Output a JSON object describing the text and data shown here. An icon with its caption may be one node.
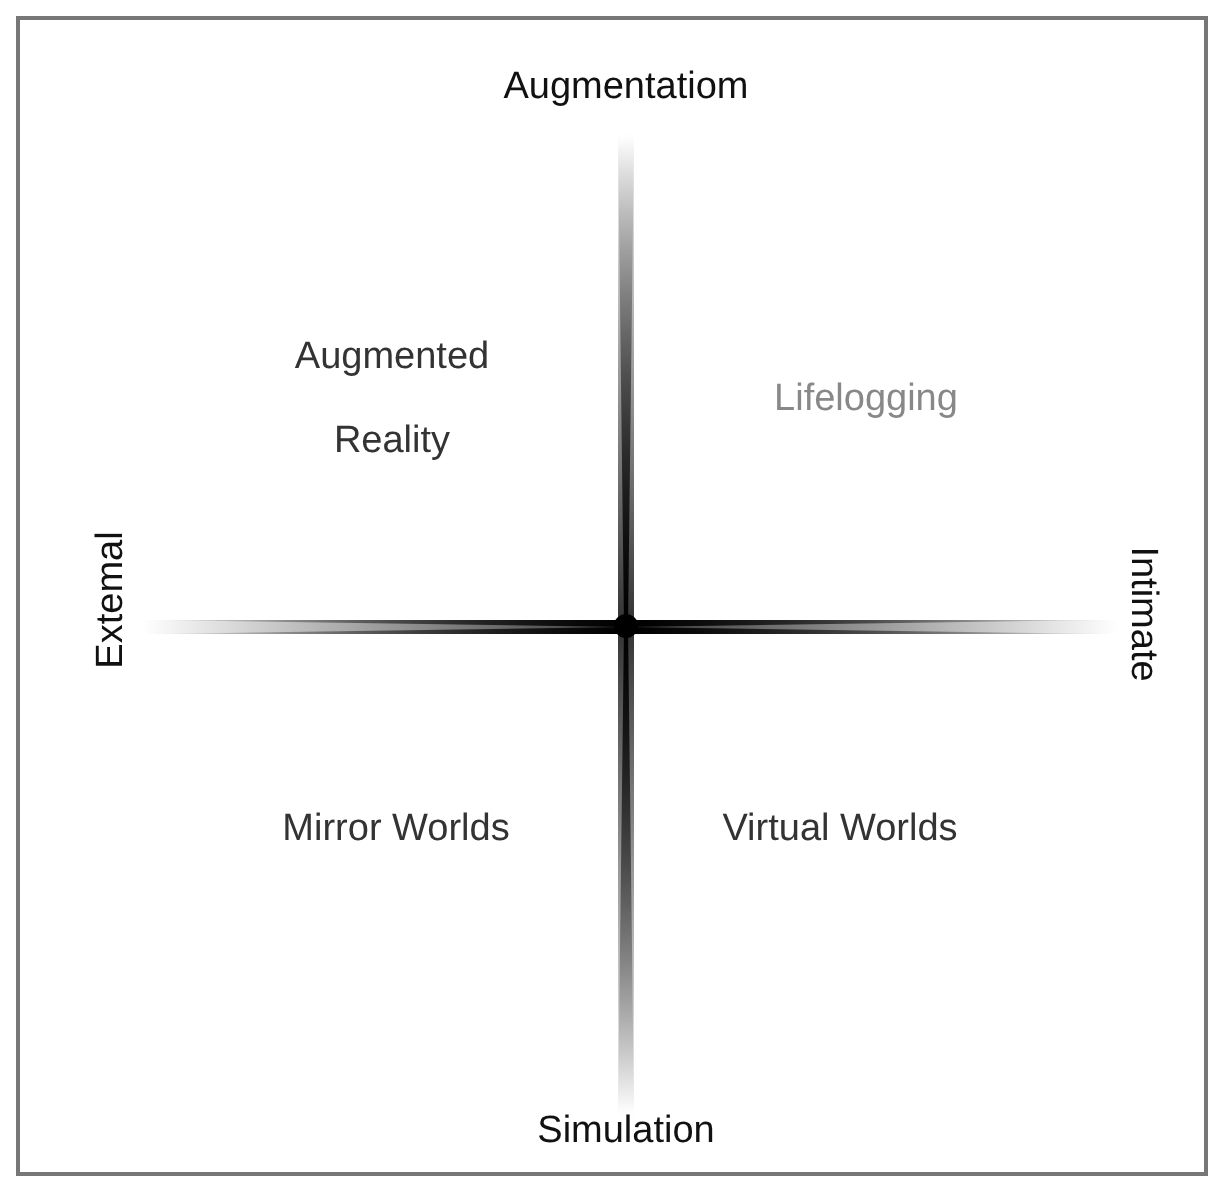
{
  "diagram": {
    "labels": [
      "Augmentatiom",
      "Augmented Reality",
      "Lifelogging",
      "Extemal",
      "Intimate",
      "Mirror Worlds",
      "Virtual Worlds",
      "Simulation"
    ]
  }
}
